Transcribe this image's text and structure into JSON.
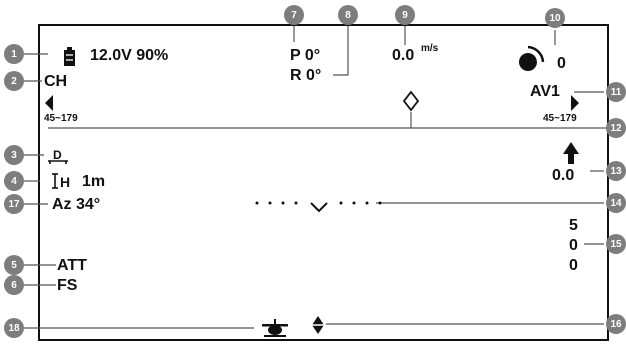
{
  "osd": {
    "battery_text": "12.0V 90%",
    "channel": "CH",
    "left_range": "45~179",
    "right_range": "45~179",
    "pitch": "P 0°",
    "roll": "R 0°",
    "speed_value": "0.0",
    "speed_unit": "m/s",
    "signal_value": "0",
    "video_source": "AV1",
    "height_label": "H",
    "height_value": "1m",
    "azimuth": "Az 34°",
    "vertical_value": "0.0",
    "mode": "ATT",
    "failsafe": "FS",
    "right_stack": [
      "5",
      "0",
      "0"
    ]
  },
  "callouts": [
    "1",
    "2",
    "3",
    "4",
    "5",
    "6",
    "7",
    "8",
    "9",
    "10",
    "11",
    "12",
    "13",
    "14",
    "15",
    "16",
    "17",
    "18"
  ]
}
